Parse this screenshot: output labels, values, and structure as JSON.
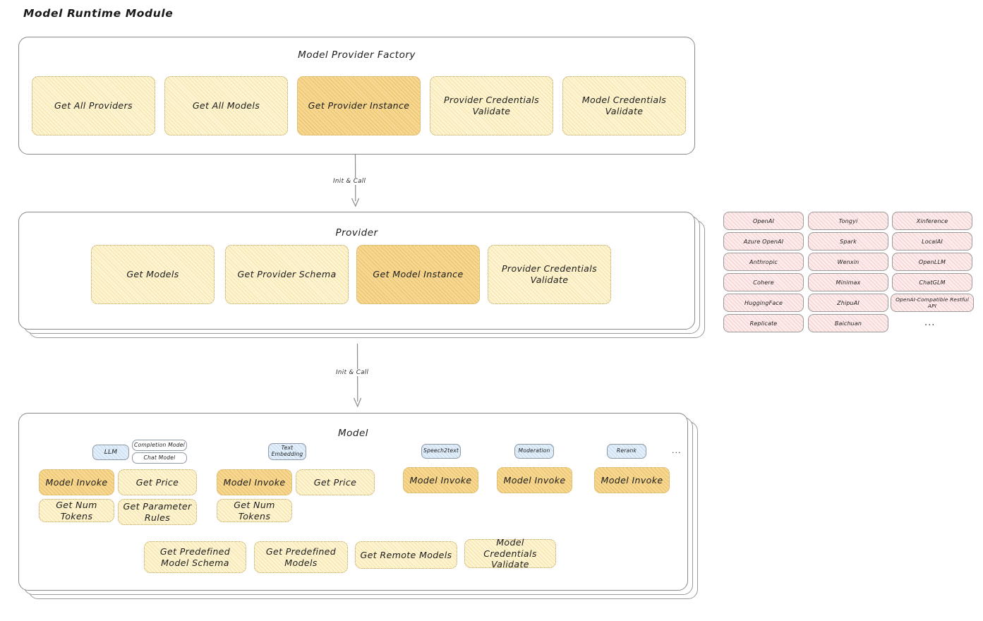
{
  "page": {
    "title": "Model Runtime Module"
  },
  "arrows": [
    {
      "label": "Init & Call"
    },
    {
      "label": "Init & Call"
    }
  ],
  "factory": {
    "title": "Model Provider Factory",
    "nodes": [
      {
        "label": "Get All Providers",
        "highlight": false
      },
      {
        "label": "Get All Models",
        "highlight": false
      },
      {
        "label": "Get Provider Instance",
        "highlight": true
      },
      {
        "label": "Provider Credentials Validate",
        "highlight": false
      },
      {
        "label": "Model Credentials Validate",
        "highlight": false
      }
    ]
  },
  "provider": {
    "title": "Provider",
    "nodes": [
      {
        "label": "Get Models",
        "highlight": false
      },
      {
        "label": "Get Provider Schema",
        "highlight": false
      },
      {
        "label": "Get Model Instance",
        "highlight": true
      },
      {
        "label": "Provider Credentials Validate",
        "highlight": false
      }
    ]
  },
  "provider_list": {
    "columns": [
      {
        "items": [
          "OpenAI",
          "Azure OpenAI",
          "Anthropic",
          "Cohere",
          "HuggingFace",
          "Replicate"
        ]
      },
      {
        "items": [
          "Tongyi",
          "Spark",
          "Wenxin",
          "Minimax",
          "ZhipuAI",
          "Baichuan"
        ]
      },
      {
        "items": [
          "Xinference",
          "LocalAI",
          "OpenLLM",
          "ChatGLM",
          "OpenAI-Compatible Restful API"
        ]
      }
    ],
    "more": "..."
  },
  "model": {
    "title": "Model",
    "more": "...",
    "groups": [
      {
        "badge": "LLM",
        "sub_badges": [
          "Completion Model",
          "Chat Model"
        ],
        "nodes": [
          {
            "label": "Model Invoke",
            "highlight": true
          },
          {
            "label": "Get Price",
            "highlight": false
          },
          {
            "label": "Get Num Tokens",
            "highlight": false
          },
          {
            "label": "Get Parameter Rules",
            "highlight": false
          }
        ]
      },
      {
        "badge": "Text Embedding",
        "sub_badges": [],
        "nodes": [
          {
            "label": "Model Invoke",
            "highlight": true
          },
          {
            "label": "Get Price",
            "highlight": false
          },
          {
            "label": "Get Num Tokens",
            "highlight": false
          }
        ]
      },
      {
        "badge": "Speech2text",
        "sub_badges": [],
        "nodes": [
          {
            "label": "Model Invoke",
            "highlight": true
          }
        ]
      },
      {
        "badge": "Moderation",
        "sub_badges": [],
        "nodes": [
          {
            "label": "Model Invoke",
            "highlight": true
          }
        ]
      },
      {
        "badge": "Rerank",
        "sub_badges": [],
        "nodes": [
          {
            "label": "Model Invoke",
            "highlight": true
          }
        ]
      }
    ],
    "bottom_nodes": [
      {
        "label": "Get Predefined Model Schema"
      },
      {
        "label": "Get Predefined Models"
      },
      {
        "label": "Get Remote Models"
      },
      {
        "label": "Model Credentials Validate"
      }
    ]
  },
  "colors": {
    "node_fill": "#fdf4d4",
    "node_highlight_fill": "#f6d794",
    "badge_fill": "#e2effa",
    "chip_fill": "#fdeceb",
    "panel_border": "#8a8a8a"
  }
}
